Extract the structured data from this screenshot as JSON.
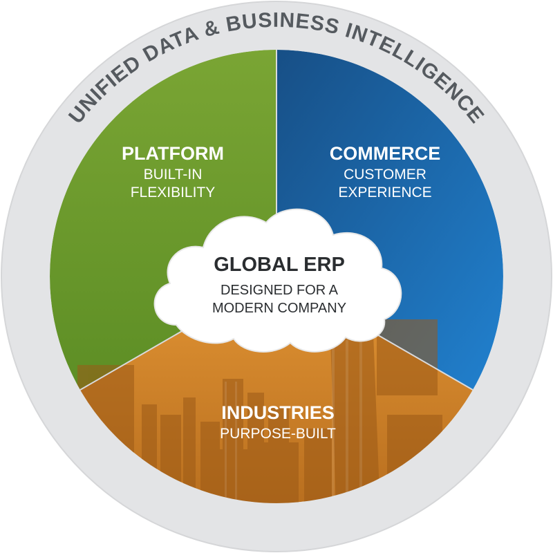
{
  "ring": {
    "label": "UNIFIED DATA & BUSINESS INTELLIGENCE",
    "color": "#e3e4e6"
  },
  "segments": [
    {
      "id": "platform",
      "title": "PLATFORM",
      "lines": [
        "BUILT-IN",
        "FLEXIBILITY"
      ],
      "color": "#6f9d2d"
    },
    {
      "id": "commerce",
      "title": "COMMERCE",
      "lines": [
        "CUSTOMER",
        "EXPERIENCE"
      ],
      "color": "#1f6fb6"
    },
    {
      "id": "industries",
      "title": "INDUSTRIES",
      "lines": [
        "PURPOSE-BUILT"
      ],
      "color": "#d98a2b"
    }
  ],
  "core": {
    "title": "GLOBAL ERP",
    "lines": [
      "DESIGNED FOR A",
      "MODERN COMPANY"
    ]
  }
}
